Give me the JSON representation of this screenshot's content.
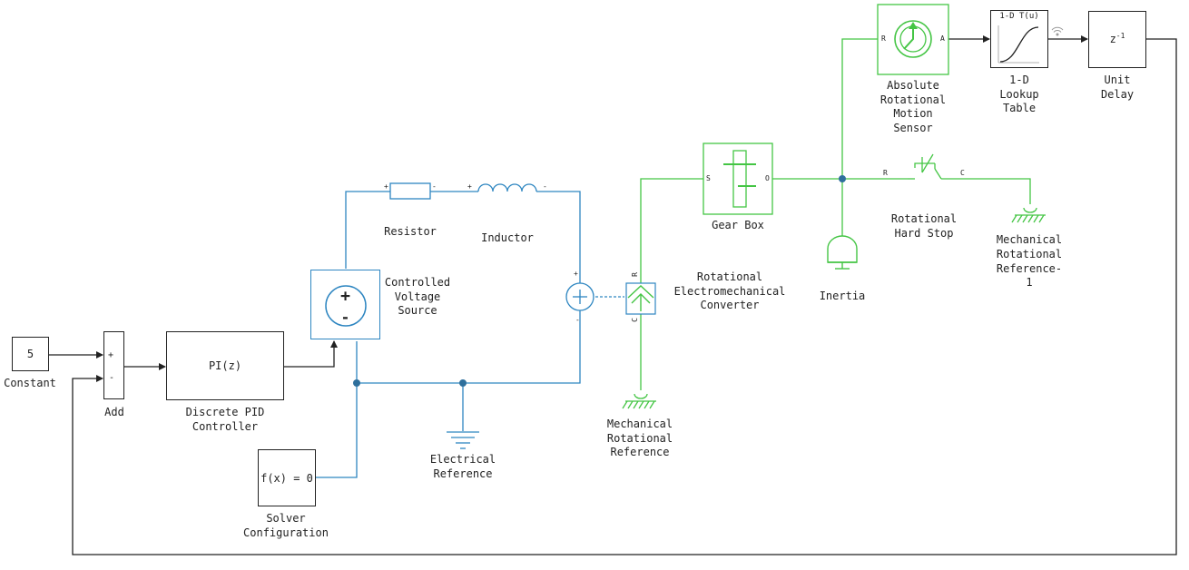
{
  "colors": {
    "signal": "#222222",
    "electrical": "#2e86c1",
    "mechanical": "#44c544",
    "background": "#ffffff"
  },
  "blocks": {
    "constant": {
      "value": "5",
      "label": "Constant"
    },
    "add": {
      "label": "Add",
      "port_plus": "+",
      "port_minus": "-"
    },
    "pid": {
      "content": "PI(z)",
      "label": [
        "Discrete PID",
        "Controller"
      ]
    },
    "solver": {
      "content": "f(x) = 0",
      "label": [
        "Solver",
        "Configuration"
      ]
    },
    "voltage_source": {
      "label": [
        "Controlled",
        "Voltage",
        "Source"
      ],
      "plus": "+",
      "minus": "-"
    },
    "resistor": {
      "label": "Resistor",
      "plus": "+",
      "minus": "-"
    },
    "inductor": {
      "label": "Inductor",
      "plus": "+",
      "minus": "-"
    },
    "electrical_reference": {
      "label": [
        "Electrical",
        "Reference"
      ]
    },
    "current_node": {
      "plus": "+",
      "minus": "-"
    },
    "converter": {
      "label": [
        "Rotational",
        "Electromechanical",
        "Converter"
      ],
      "port_r": "R",
      "port_c": "C"
    },
    "mech_ref": {
      "label": [
        "Mechanical",
        "Rotational",
        "Reference"
      ]
    },
    "gear_box": {
      "label": "Gear Box",
      "port_s": "S",
      "port_o": "O"
    },
    "inertia": {
      "label": "Inertia"
    },
    "hard_stop": {
      "label": [
        "Rotational",
        "Hard Stop"
      ],
      "port_r": "R",
      "port_c": "C"
    },
    "mech_ref_1": {
      "label": [
        "Mechanical",
        "Rotational",
        "Reference-",
        "1"
      ]
    },
    "motion_sensor": {
      "label": [
        "Absolute",
        "Rotational",
        "Motion",
        "Sensor"
      ],
      "port_r": "R",
      "port_a": "A"
    },
    "lookup": {
      "title": "1-D T(u)",
      "label": [
        "1-D",
        "Lookup",
        "Table"
      ]
    },
    "unit_delay": {
      "content": "z",
      "exponent": "-1",
      "label": [
        "Unit",
        "Delay"
      ]
    }
  }
}
